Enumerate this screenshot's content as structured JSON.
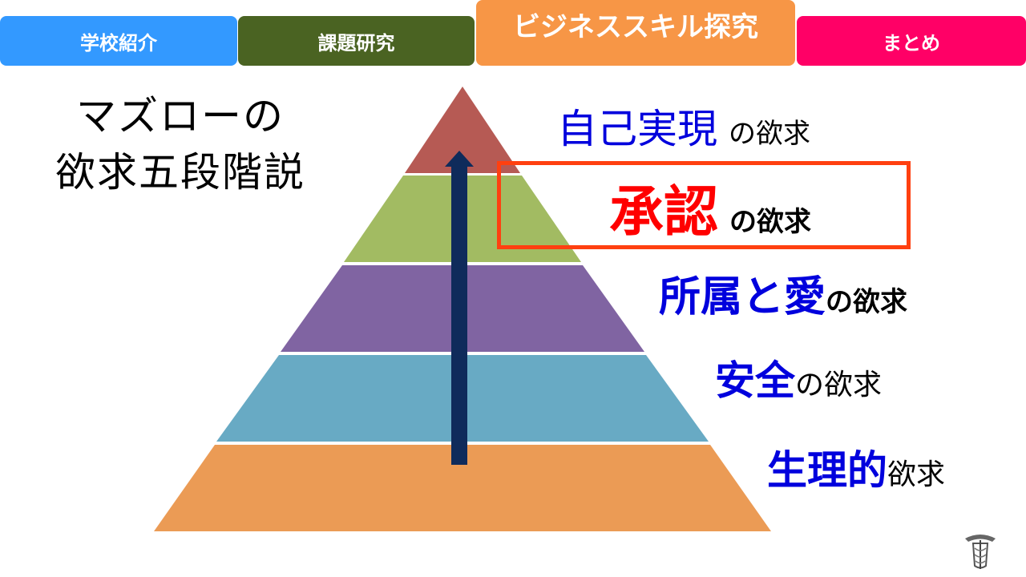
{
  "nav": {
    "tabs": [
      {
        "label": "学校紹介",
        "color": "#3399ff",
        "active": false
      },
      {
        "label": "課題研究",
        "color": "#4a6322",
        "active": false
      },
      {
        "label": "ビジネススキル探究",
        "color": "#f79646",
        "active": true
      },
      {
        "label": "まとめ",
        "color": "#ff0066",
        "active": false
      }
    ]
  },
  "slide": {
    "title_line1": "マズローの",
    "title_line2": "欲求五段階説",
    "pyramid_colors": [
      "#b65a54",
      "#a2bb62",
      "#8064a2",
      "#68aac4",
      "#eb9b55"
    ],
    "arrow_color": "#0f2b5b",
    "highlight_color": "#ff4010",
    "levels": [
      {
        "name": "自己実現",
        "suffix": "の欲求",
        "name_color": "#0000dd"
      },
      {
        "name": "承認",
        "suffix": "の欲求",
        "name_color": "#ff0000"
      },
      {
        "name": "所属と愛",
        "suffix": "の欲求",
        "name_color": "#0000dd"
      },
      {
        "name": "安全",
        "suffix": "の欲求",
        "name_color": "#0000dd"
      },
      {
        "name": "生理的",
        "suffix": "欲求",
        "name_color": "#0000dd"
      }
    ]
  }
}
